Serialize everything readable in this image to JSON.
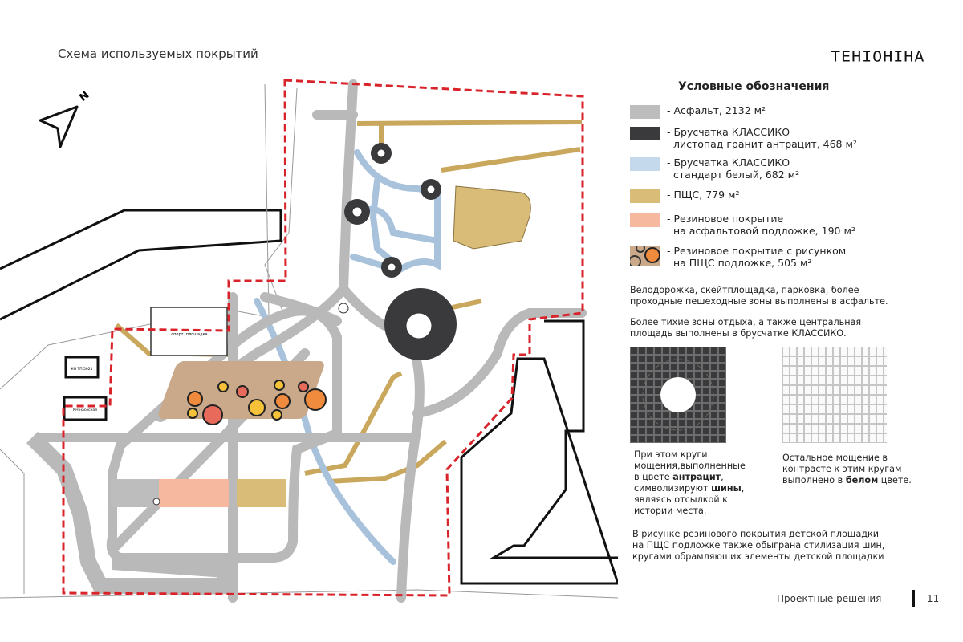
{
  "title": "Схема используемых покрытий",
  "logo": "TEHIOHIHA",
  "north_label": "N",
  "map_labels": {
    "sport": "спорт. площадка",
    "kn1": "КН ТП 5021",
    "kn2": "КН насосная"
  },
  "legend": {
    "title": "Условные обозначения",
    "items": [
      {
        "lines": [
          "- Асфальт, 2132 м²"
        ],
        "color": "#bdbdbd"
      },
      {
        "lines": [
          "- Брусчатка КЛАССИКО",
          "листопад гранит антрацит, 468 м²"
        ],
        "color": "#3a3a3c"
      },
      {
        "lines": [
          "- Брусчатка КЛАССИКО",
          "стандарт белый, 682 м²"
        ],
        "color": "#c5d9ec"
      },
      {
        "lines": [
          "- ПЩС, 779 м²"
        ],
        "color": "#d8bc78"
      },
      {
        "lines": [
          "- Резиновое покрытие",
          "на асфальтовой подложке, 190 м²"
        ],
        "color": "#f6b9a0"
      },
      {
        "lines": [
          "- Резиновое покрытие с рисунком",
          "на ПЩС подложке, 505 м²"
        ],
        "color": "#c9a98a"
      }
    ]
  },
  "notes": {
    "asphalt": [
      "Велодорожка, скейтплощадка, парковка, более",
      "проходные пешеходные зоны выполнены в асфальте."
    ],
    "classico": [
      "Более тихие зоны отдыха, а также центральная",
      "площадь выполнены в брусчатке КЛАССИКО."
    ],
    "left_caption": {
      "l1": "При этом круги",
      "l2": "мощения,выполненные",
      "l3a": "в цвете ",
      "l3b": "антрацит",
      "l3c": ",",
      "l4a": "символизируют ",
      "l4b": "шины",
      "l4c": ",",
      "l5": "являясь отсылкой к",
      "l6": "истории места."
    },
    "right_caption": {
      "l1": "Остальное мощение в",
      "l2": "контрасте к этим кругам",
      "l3a": "выполнено в ",
      "l3b": "белом",
      "l3c": " цвете."
    },
    "playground": [
      "В рисунке резинового покрытия детской площадки",
      "на ПЩС подложке также  обыграна стилизация шин,",
      "кругами обрамляюших элементы детской площадки"
    ]
  },
  "footer": {
    "section": "Проектные решения",
    "page": "11"
  },
  "colors": {
    "asphalt": "#bdbdbd",
    "anthracite": "#3a3a3c",
    "white_paving": "#c5d9ec",
    "pshs": "#d8bc78",
    "rubber": "#f6b9a0",
    "boundary": "#d9232a"
  }
}
